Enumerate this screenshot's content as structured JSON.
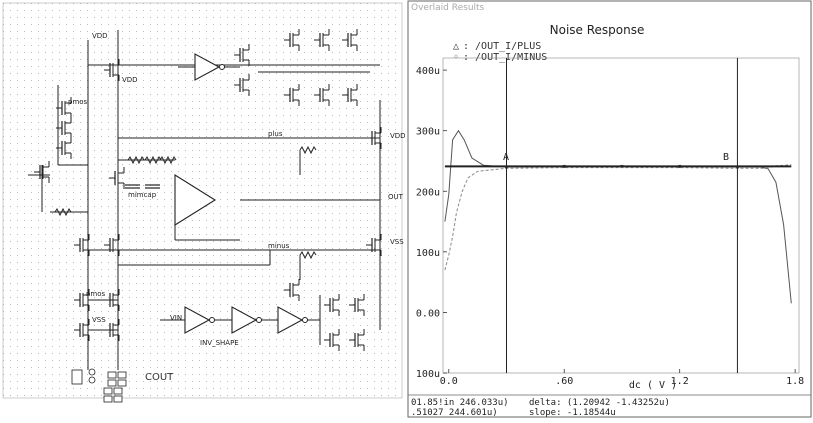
{
  "window": {
    "title": "Overlaid Results"
  },
  "plot": {
    "title": "Noise Response",
    "legend": [
      {
        "marker": "△",
        "label": ": /OUT_I/PLUS"
      },
      {
        "marker": "◦",
        "label": ": /OUT_I/MINUS"
      }
    ],
    "cursor_a_label": "A",
    "cursor_b_label": "B",
    "status": {
      "line1_left": "01.85!in 246.033u)",
      "line1_right": "delta: (1.20942 -1.43252u)",
      "line2_left": ".51027 244.601u)",
      "line2_right": "slope: -1.18544u"
    }
  },
  "chart_data": {
    "type": "line",
    "title": "Noise Response",
    "xlabel": "dc ( V )",
    "ylabel": "",
    "xlim": [
      -0.03,
      1.82
    ],
    "ylim": [
      -100,
      420
    ],
    "x_ticks": [
      0.0,
      0.6,
      1.2,
      1.8
    ],
    "x_tick_labels": [
      "0.0",
      ".60",
      "1.2",
      "1.8"
    ],
    "y_ticks": [
      -100,
      0,
      100,
      200,
      300,
      400
    ],
    "y_tick_labels": [
      "100u",
      "0.00",
      "100u",
      "200u",
      "300u",
      "400u"
    ],
    "cursors_x": [
      0.3,
      1.5
    ],
    "series": [
      {
        "name": "/OUT_I/PLUS",
        "color": "#555555",
        "x": [
          -0.02,
          0.0,
          0.02,
          0.05,
          0.08,
          0.12,
          0.18,
          0.3,
          0.6,
          0.9,
          1.2,
          1.5,
          1.62,
          1.66,
          1.7,
          1.74,
          1.78
        ],
        "y": [
          150,
          195,
          285,
          300,
          285,
          255,
          243,
          240,
          241,
          241,
          241,
          240,
          240,
          237,
          215,
          145,
          15
        ]
      },
      {
        "name": "/OUT_I/MINUS",
        "color": "#888888",
        "x": [
          -0.02,
          0.0,
          0.02,
          0.04,
          0.07,
          0.1,
          0.15,
          0.3,
          0.6,
          0.9,
          1.2,
          1.5,
          1.6,
          1.65,
          1.7,
          1.75,
          1.78
        ],
        "y": [
          70,
          95,
          125,
          165,
          200,
          222,
          233,
          238,
          239,
          239,
          239,
          238,
          238,
          238,
          242,
          243,
          244
        ]
      },
      {
        "name": "",
        "color": "#222222",
        "x": [
          -0.02,
          1.78
        ],
        "y": [
          241,
          241
        ]
      }
    ]
  },
  "schematic": {
    "labels": {
      "vdd": "VDD",
      "vss": "VSS",
      "out": "OUT",
      "plus": "plus",
      "minus": "minus",
      "vin": "VIN",
      "inv": "INV_SHAPE",
      "pmos": "pmos",
      "nmos": "nmos",
      "cap": "mimcap",
      "bigout": "OUT",
      "title": "COUT"
    }
  }
}
